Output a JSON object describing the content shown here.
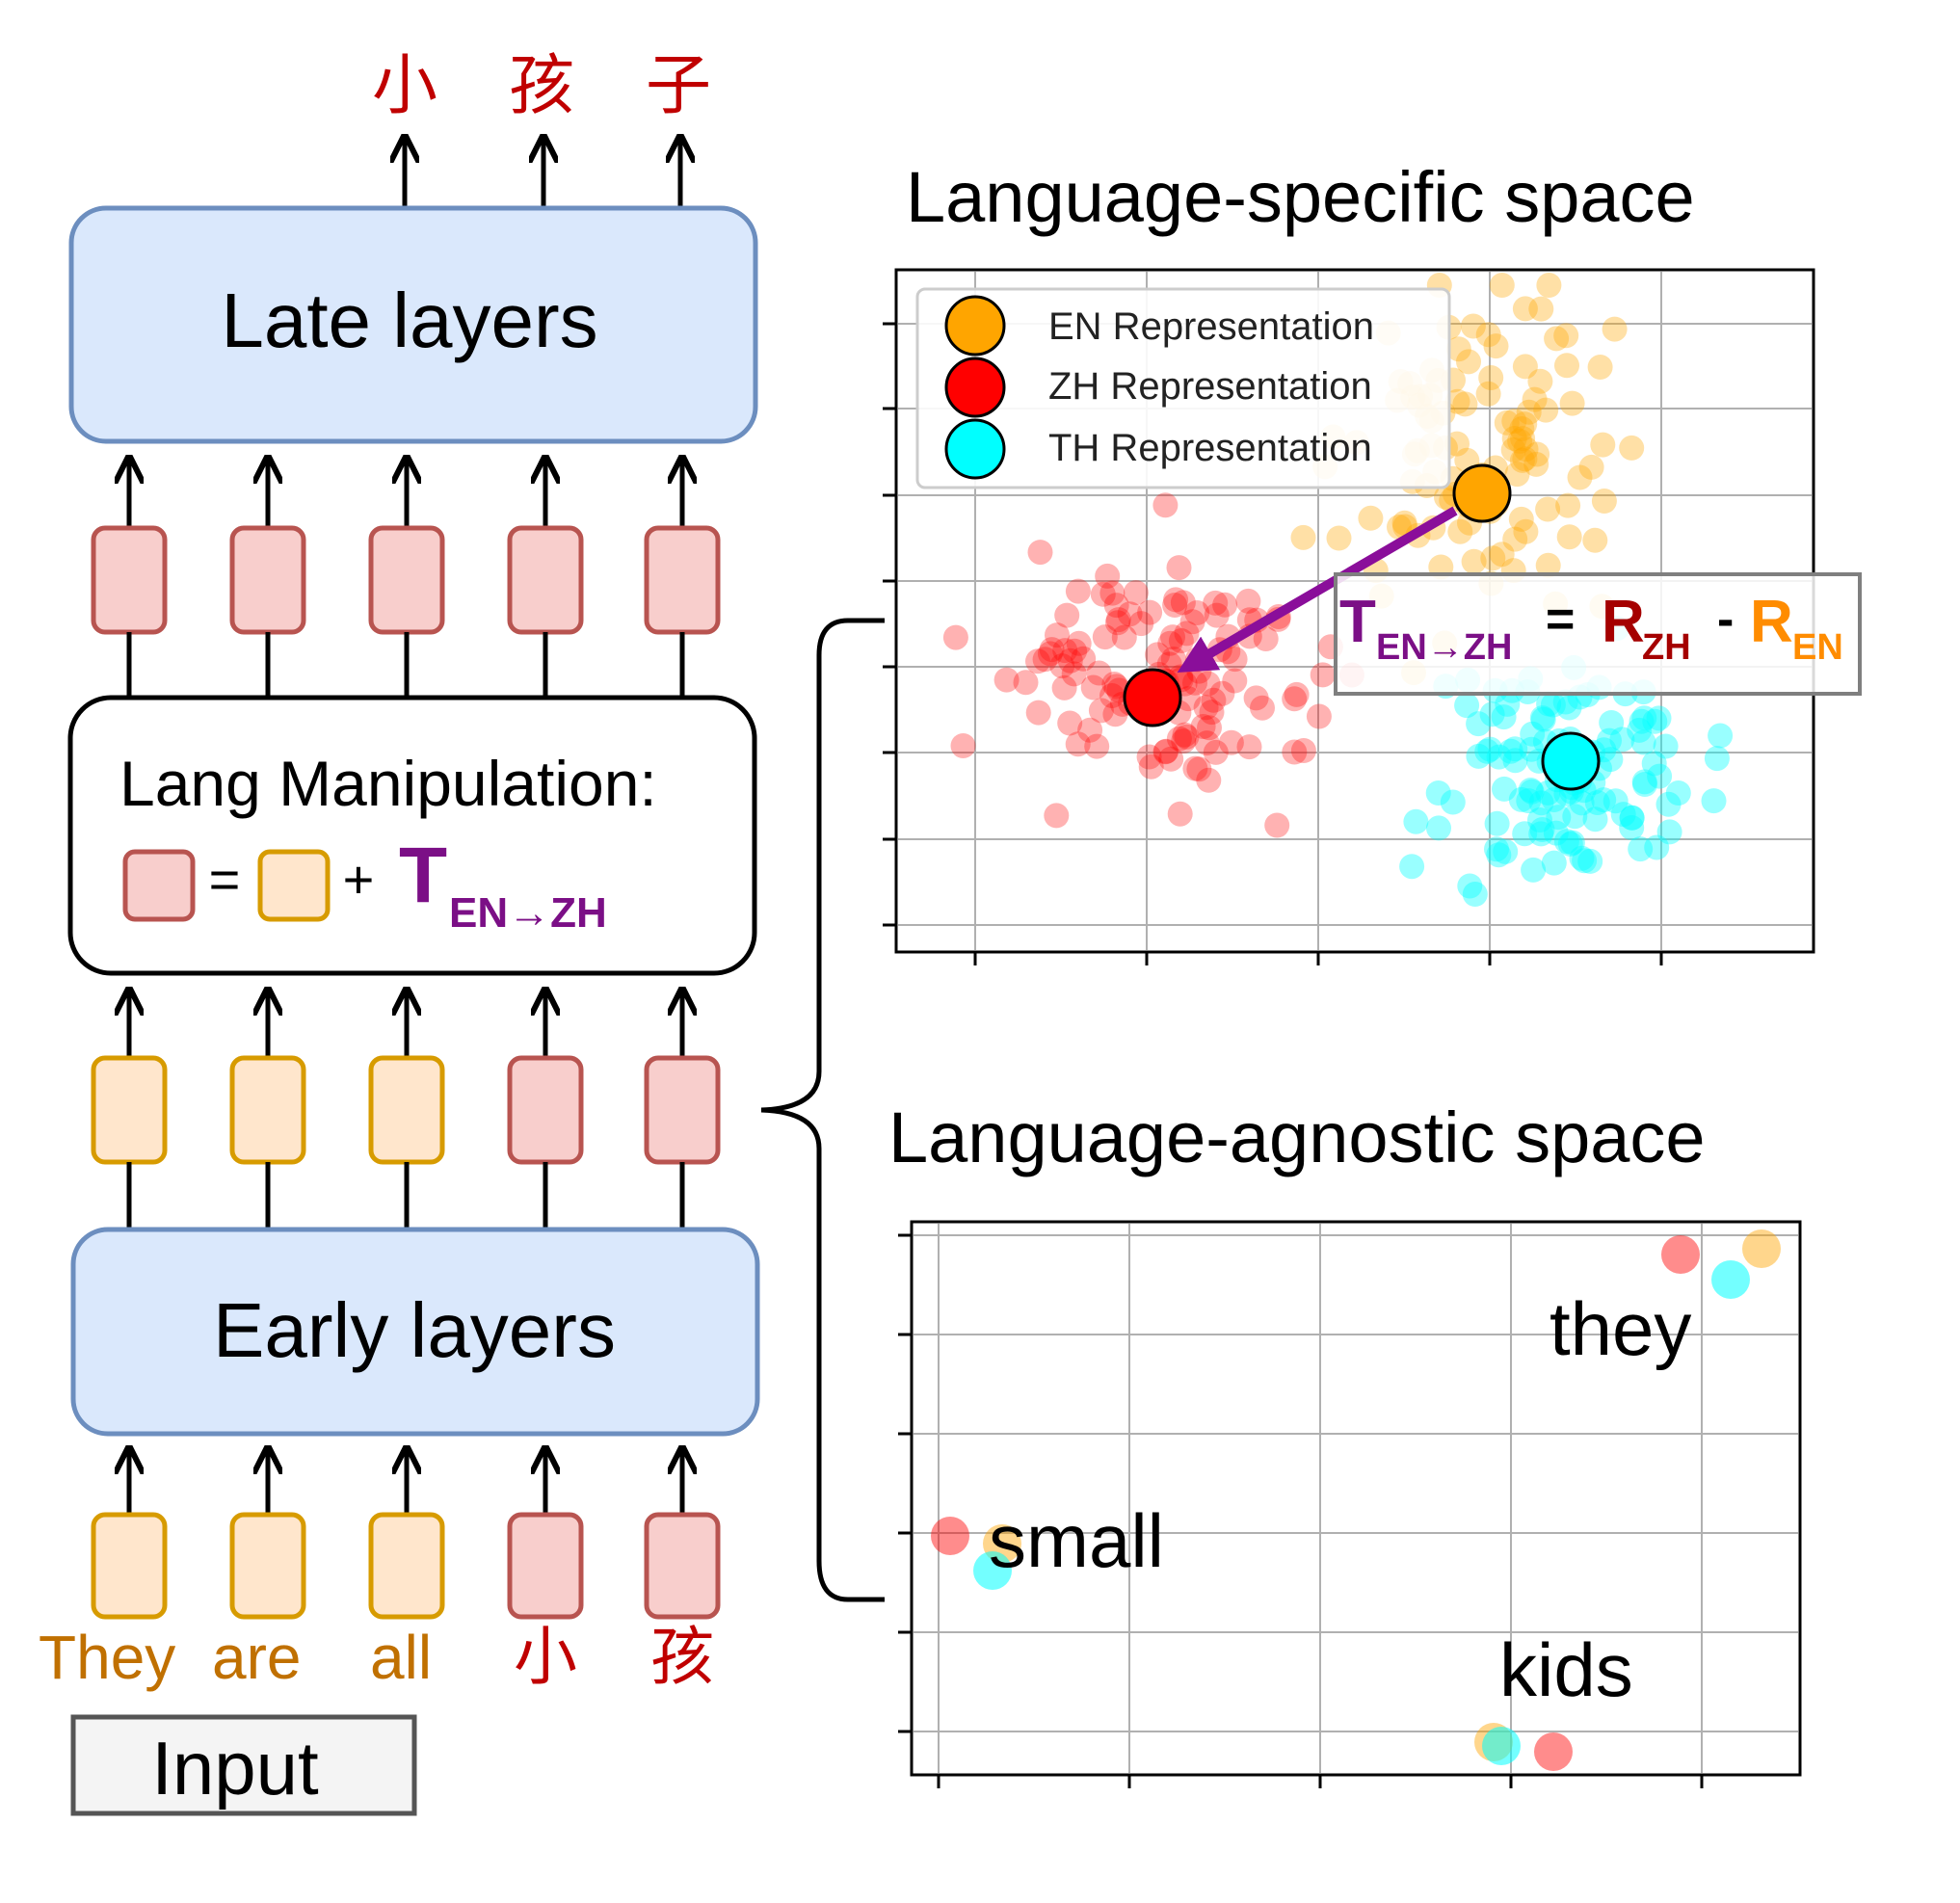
{
  "colors": {
    "red_text": "#c00000",
    "orange_text": "#c07000",
    "purple": "#7b0f86",
    "layer_fill": "#dae8fc",
    "layer_stroke": "#6c8ebf",
    "zh_token_fill": "#f8cecc",
    "zh_token_stroke": "#b85450",
    "en_token_fill": "#ffe6cc",
    "en_token_stroke": "#d79b00",
    "en_point": "#ffa500",
    "zh_point": "#ff0000",
    "th_point": "#00ffff"
  },
  "model": {
    "output_tokens": [
      "小",
      "孩",
      "子"
    ],
    "late_label": "Late layers",
    "early_label": "Early layers",
    "manip_title": "Lang Manipulation:",
    "manip_eq": "=",
    "manip_plus": "+",
    "manip_T": "T",
    "manip_sub": "EN→ZH",
    "input_tokens": [
      "They",
      "are",
      "all",
      "小",
      "孩"
    ],
    "input_label": "Input"
  },
  "specific_space": {
    "title": "Language-specific space",
    "legend": [
      "EN Representation",
      "ZH Representation",
      "TH Representation"
    ],
    "formula": {
      "T": "T",
      "T_sub": "EN→ZH",
      "eq": "=",
      "R1": "R",
      "R1_sub": "ZH",
      "minus": "-",
      "R2": "R",
      "R2_sub": "EN"
    }
  },
  "agnostic_space": {
    "title": "Language-agnostic space",
    "words": [
      "they",
      "small",
      "kids"
    ]
  }
}
